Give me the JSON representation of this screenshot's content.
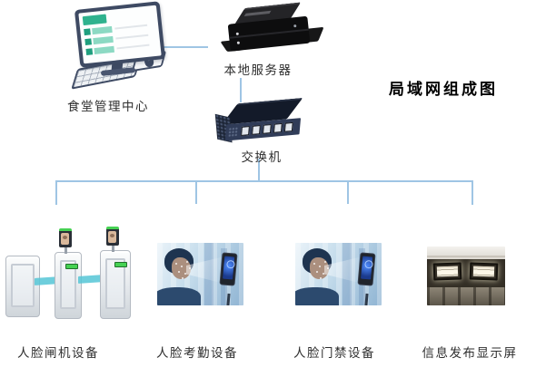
{
  "title": "局域网组成图",
  "nodes": {
    "management": {
      "label": "食堂管理中心",
      "icon": "desktop-computer-icon"
    },
    "server": {
      "label": "本地服务器",
      "icon": "server-box-icon"
    },
    "switch": {
      "label": "交换机",
      "icon": "network-switch-icon",
      "port_count": 5
    }
  },
  "devices": [
    {
      "label": "人脸闸机设备",
      "icon": "face-turnstile-gate-icon"
    },
    {
      "label": "人脸考勤设备",
      "icon": "face-attendance-terminal-photo"
    },
    {
      "label": "人脸门禁设备",
      "icon": "face-access-terminal-photo"
    },
    {
      "label": "信息发布显示屏",
      "icon": "info-display-screens-photo"
    }
  ],
  "colors": {
    "connector_line": "#9fc5e4",
    "title_text": "#000000",
    "label_text": "#2e2e2e",
    "screen_accent_green": "#2fb28e",
    "gate_flap_cyan": "#55c6d6",
    "led_green": "#46d153",
    "terminal_screen_blue": "#1b3a8c"
  }
}
